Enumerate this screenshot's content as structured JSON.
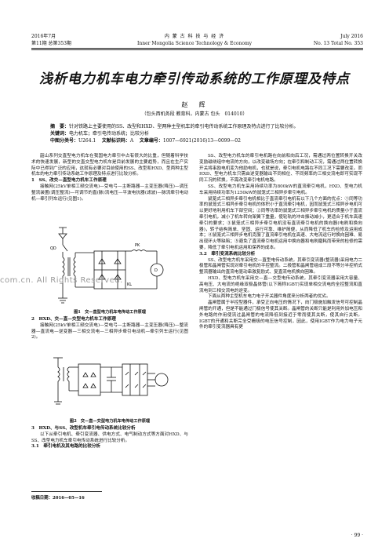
{
  "header": {
    "left_line1": "2016年7月",
    "left_line2": "第11期 总第353期",
    "center_line1": "内 蒙 古 科 技 与 经 济",
    "center_line2": "Inner Mongolia Science Technology & Economy",
    "right_line1": "July 2016",
    "right_line2": "No. 13 Total No. 353"
  },
  "article": {
    "title": "浅析电力机车电力牵引传动系统的工作原理及特点",
    "author": "赵　辉",
    "affiliation": "（包头西机务段 教育科，内蒙古 包头　014010）",
    "abstract_label": "摘　要：",
    "abstract_text": "针对铁路上主要使用的SS、改型和HXD、型两种主型机车的牵引电传动系统工作原理及特点进行了比较分析。",
    "keywords_label": "关键词：",
    "keywords_text": "电力机车；牵引电传动系统；比较分析",
    "clc_label": "中图分类号：",
    "clc_value": "U264.1",
    "doc_label": "文献标识码：",
    "doc_value": "A",
    "id_label": "文章编号：",
    "id_value": "1007—6921(2016)13—0099—02"
  },
  "left_column": {
    "intro": "韶山系列交直型电力机车在我国电力牵引中占有很大的比重，但随着科学技术的快速发展，新型的交直交型电力机车是目前发展的主要趋势，而且在生产实际中已得到广泛的应用，这就有必要对目前使用的SS、改型和HXD、型两种主型机车的电力牵引传动系统工作原理及特点进行比较分析。",
    "sec1": "1　SS、改交—直型电力机车工作原理",
    "sec1_text": "接触网(25kV单相工频交流电)—受电弓—主断路器—主变压器(降压)—调压整流装置(调压整流)—可调节的直(脉)流电压—平波电抗器(滤波)—脉流牵引电动机—牵引列车运行(见图1)。",
    "fig1_caption": "图1　交—直型电力机车电传动工作原理",
    "sec2": "2　HXD、交—直—交型电力机车工作原理",
    "sec2_text": "接触网(25kV单相工频交流电)—受电弓—主断路器—主变压器(降压)—整流器—直流电—逆变器—三相交流电—三相异步牵引电动机—牵引列车运行(见图2)。",
    "fig2_caption": "图2　交—直—交型电力机车电传动工作原理",
    "sec3": "3　HXD、与SS、改型机车牵引电传动系统比较分析",
    "sec3_text": "以下从牵引电机、牵引变流器、供电方式、电气制动方式等方面对HXD、与SS、改型电力机车牵引电传动系统进行比较分析。",
    "sec31": "3.1　牵引电机及其电路的比较分析",
    "received": "收稿日期：2016—05—16"
  },
  "right_column": {
    "p1": "SS、改型电力机车的牵引电机路在向前和向后工况，需通过两位置转换开关改变励磁绕组中电流的方向，以改变磁场方向；在牵引和制动工况，需通过两位置转换开关将串励电机变为他励电机，也就是说，牵引电机电路在不同工况下需要改变。而HXD、型电力机车只需由逆变器输出不同相位、不同频率的三相交流电即可实现不同工况的转换，不需改变牵引电机电路。",
    "p2": "SS、改型电力机车采用持续功率为800kW的直流牵引电机，HXD、型电力机车采用持续功率为1250kW的鼠笼式三相异步牵引电机。",
    "p3": "鼠笼式三相异步牵引电机相比于直流牵引电机有以下几个方面的优点：①同等功率的鼠笼式三相异步牵引电机的体积小于直流牵引电机，因而鼠笼式三相异步电机可以更好地利用机车下部空间；②同等功率的鼠笼式三相异步牵引电机的质量小于直流牵引电机，减小了机车转向架簧下重量，使轮轨的冲击振动减小，更适合于机车高速牵引的要求；③鼠笼式三相异步牵引电机没有直流牵引电机的换向器(电刷和换向器)，转子结构简单、坚固、运行可靠、维护简便，从而降低了机车的检修及运用成本；④鼠笼式三相异步电机克服了直流牵引电机在高速、大电流运行时换向困难、易出现环火等缺陷；⑤避免了直流牵引电机运用中换向器和电刷磨耗而带来的检修的需要，降低了牵引电机运用和保养的成本。",
    "sec32": "3.2　牵引变流系统比较分析",
    "p4": "SS、改型电力机车采用交—直型电传动系统，其牵引变流器(整流器)采用电力二极管和晶闸管实现对牵引电机的平控整流。二极管和晶闸管组成三段不等分半控桥式整流器输出的直流电驱动串激复励式、复直流电机换向困难。",
    "p5": "HXD、型电力机车采用交—直—交型电传动系统，其牵引变流器采用大容量、高电压、大电流的绝缘双极晶体管(以下简称IGBT)实现单相交流电的全控整流和直流电到三相交流电的逆变。",
    "p6": "下面从两种主型机车电力电子开关器件角度来分析两者的优劣。",
    "p7": "晶闸管属于半控型器件，承受正向电压的情况下，向门极施加触发信号可控制晶闸管的开通，但是不能通过门极信号使其关断。晶闸管的关断只能是利用外加电压和外电路的作用使流过晶闸管的电流降低到接近于零而使其关断，使其自行关断。IGBT的开通和关断完全受栅极的电压信号控制，因此，使用IGBT作为电力电子元件的牵引变流器具有更"
  },
  "figure1": {
    "labels": [
      "QD",
      "KL",
      "PK",
      "D"
    ]
  },
  "page_number": "· 99 ·",
  "watermark": "com.cn. All Rights Reserved."
}
